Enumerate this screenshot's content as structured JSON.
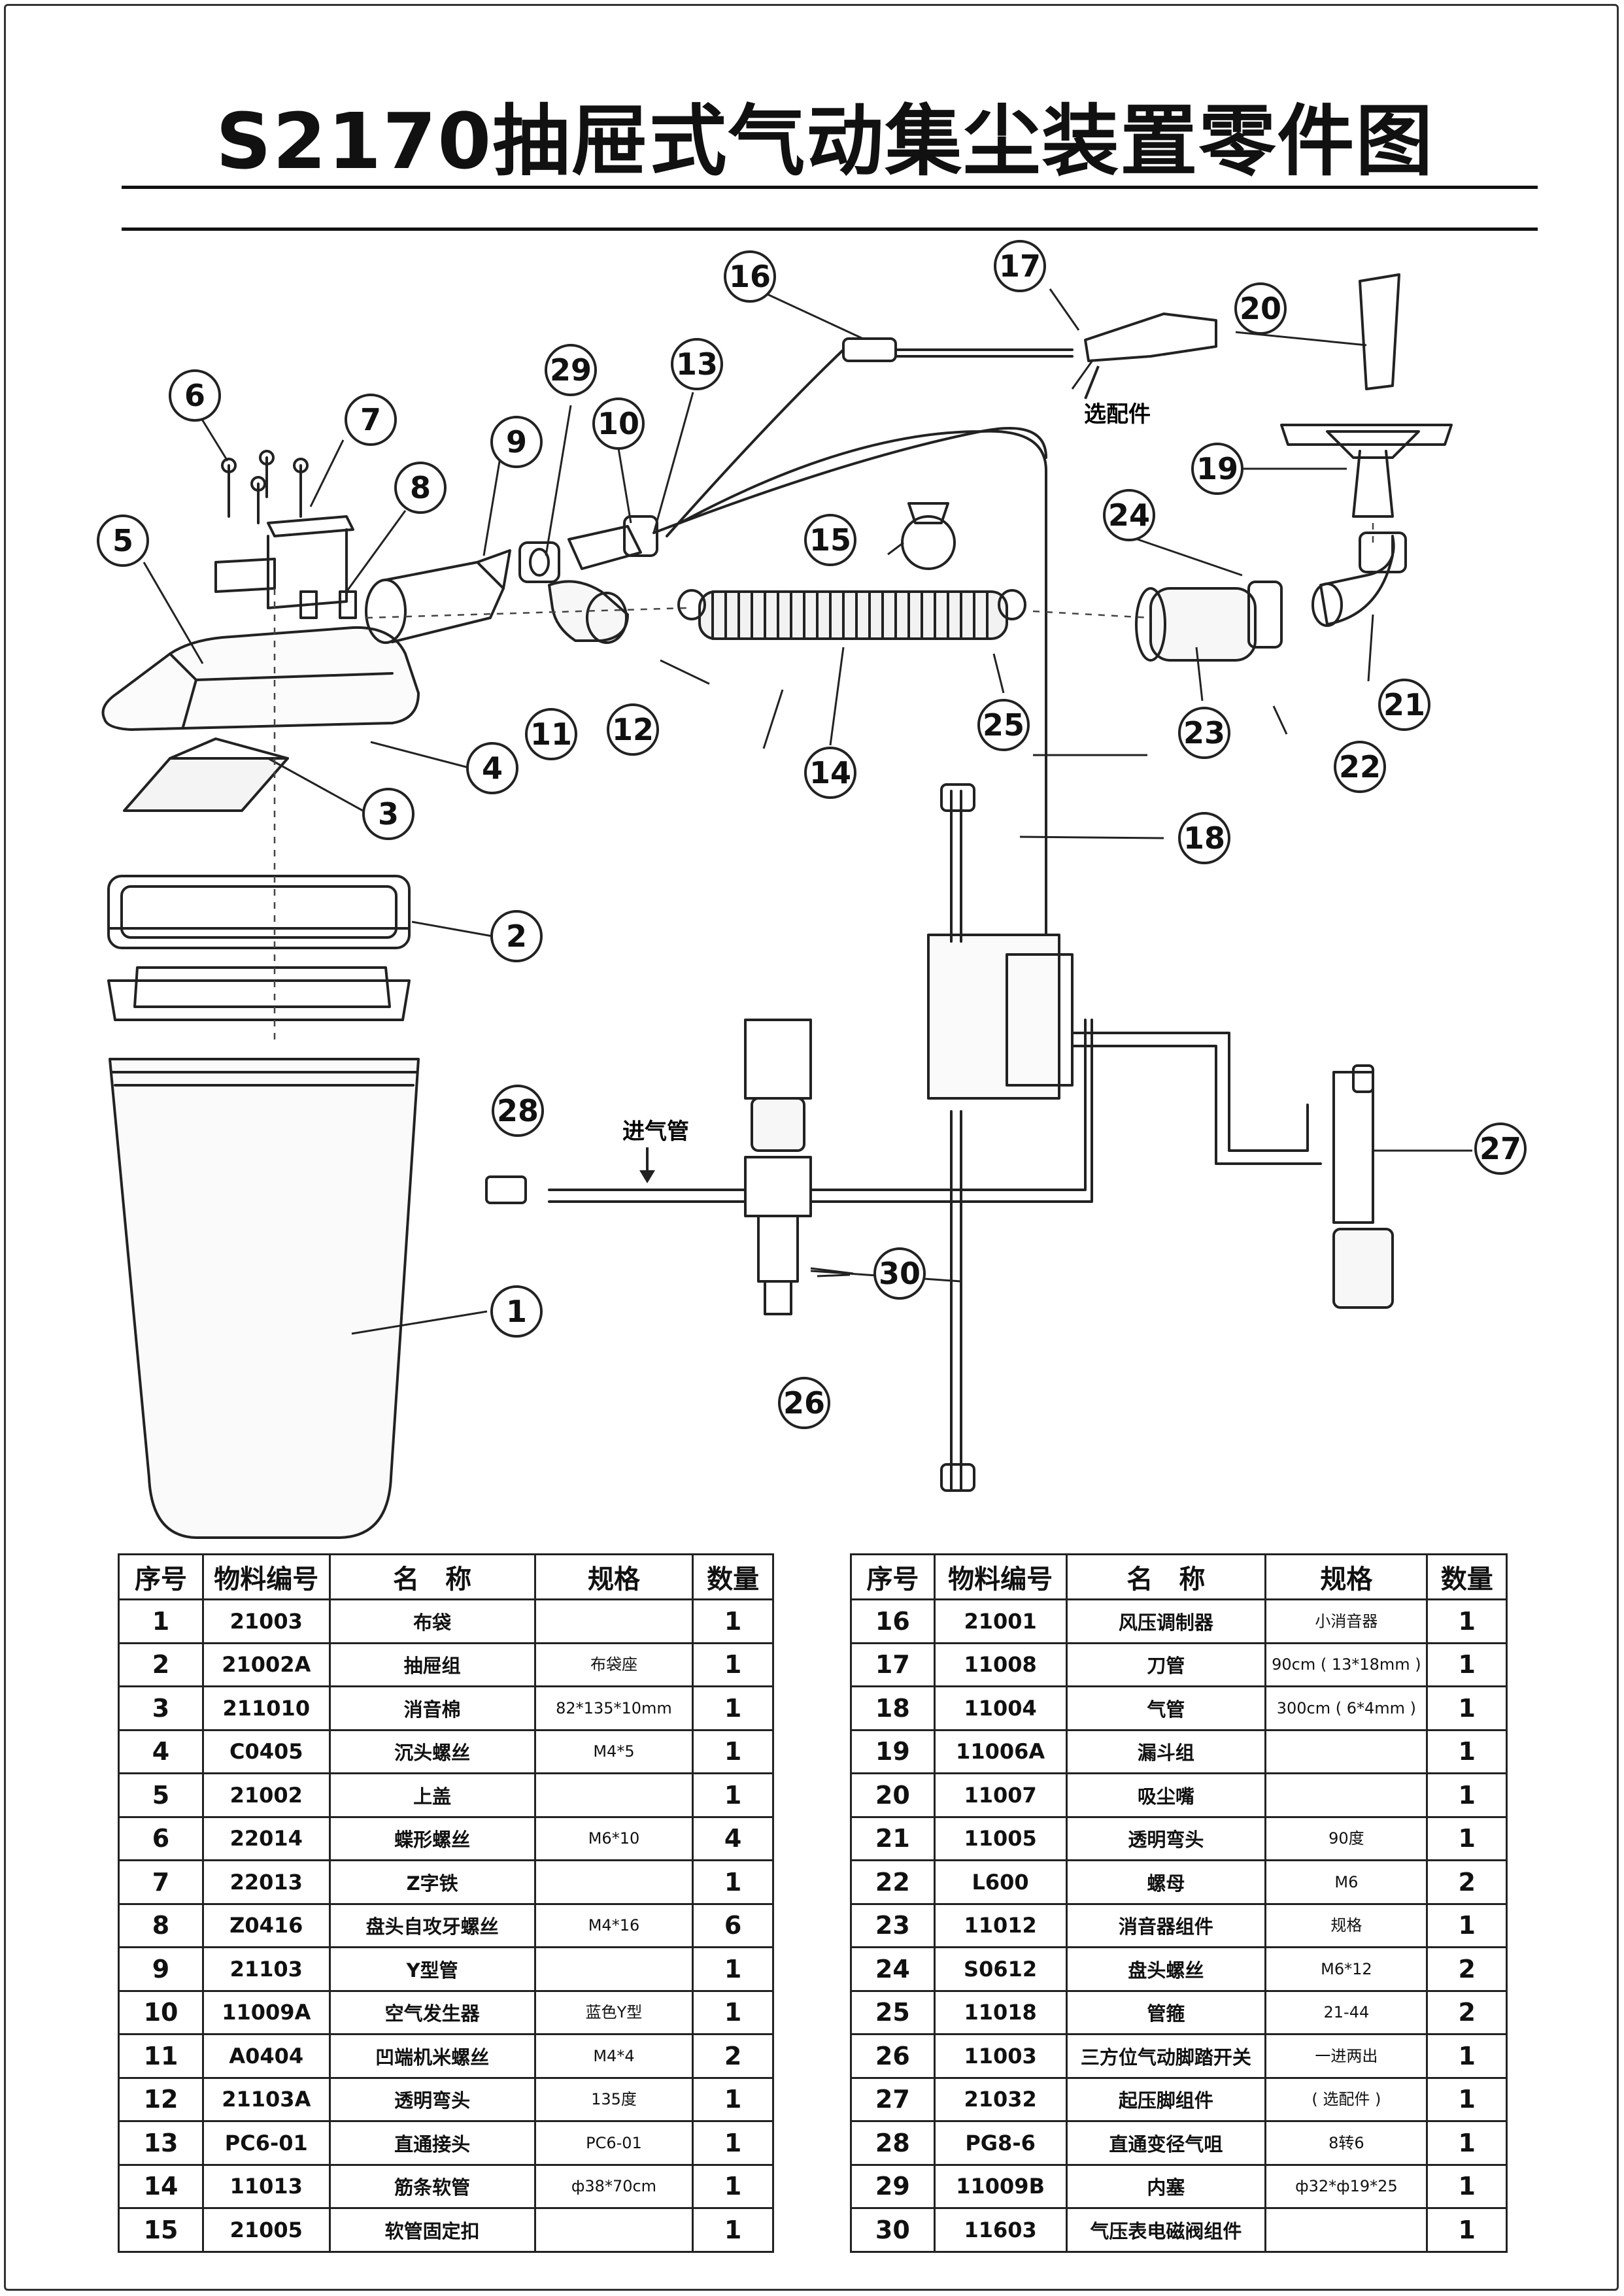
{
  "title": "S2170抽屉式气动集尘装置零件图",
  "notes": {
    "optional": "选配件",
    "air_inlet": "进气管"
  },
  "callouts": [
    "1",
    "2",
    "3",
    "4",
    "5",
    "6",
    "7",
    "8",
    "9",
    "10",
    "11",
    "12",
    "13",
    "14",
    "15",
    "16",
    "17",
    "18",
    "19",
    "20",
    "21",
    "22",
    "23",
    "24",
    "25",
    "26",
    "27",
    "28",
    "29",
    "30"
  ],
  "table": {
    "headers": [
      "序号",
      "物料编号",
      "名　称",
      "规格",
      "数量"
    ],
    "left_rows": [
      {
        "no": "1",
        "code": "21003",
        "name": "布袋",
        "spec": "",
        "qty": "1"
      },
      {
        "no": "2",
        "code": "21002A",
        "name": "抽屉组",
        "spec": "布袋座",
        "qty": "1"
      },
      {
        "no": "3",
        "code": "211010",
        "name": "消音棉",
        "spec": "82*135*10mm",
        "qty": "1"
      },
      {
        "no": "4",
        "code": "C0405",
        "name": "沉头螺丝",
        "spec": "M4*5",
        "qty": "1"
      },
      {
        "no": "5",
        "code": "21002",
        "name": "上盖",
        "spec": "",
        "qty": "1"
      },
      {
        "no": "6",
        "code": "22014",
        "name": "蝶形螺丝",
        "spec": "M6*10",
        "qty": "4"
      },
      {
        "no": "7",
        "code": "22013",
        "name": "Z字铁",
        "spec": "",
        "qty": "1"
      },
      {
        "no": "8",
        "code": "Z0416",
        "name": "盘头自攻牙螺丝",
        "spec": "M4*16",
        "qty": "6"
      },
      {
        "no": "9",
        "code": "21103",
        "name": "Y型管",
        "spec": "",
        "qty": "1"
      },
      {
        "no": "10",
        "code": "11009A",
        "name": "空气发生器",
        "spec": "蓝色Y型",
        "qty": "1"
      },
      {
        "no": "11",
        "code": "A0404",
        "name": "凹端机米螺丝",
        "spec": "M4*4",
        "qty": "2"
      },
      {
        "no": "12",
        "code": "21103A",
        "name": "透明弯头",
        "spec": "135度",
        "qty": "1"
      },
      {
        "no": "13",
        "code": "PC6-01",
        "name": "直通接头",
        "spec": "PC6-01",
        "qty": "1"
      },
      {
        "no": "14",
        "code": "11013",
        "name": "筋条软管",
        "spec": "ф38*70cm",
        "qty": "1"
      },
      {
        "no": "15",
        "code": "21005",
        "name": "软管固定扣",
        "spec": "",
        "qty": "1"
      }
    ],
    "right_rows": [
      {
        "no": "16",
        "code": "21001",
        "name": "风压调制器",
        "spec": "小消音器",
        "qty": "1"
      },
      {
        "no": "17",
        "code": "11008",
        "name": "刀管",
        "spec": "90cm\n( 13*18mm )",
        "qty": "1"
      },
      {
        "no": "18",
        "code": "11004",
        "name": "气管",
        "spec": "300cm\n( 6*4mm )",
        "qty": "1"
      },
      {
        "no": "19",
        "code": "11006A",
        "name": "漏斗组",
        "spec": "",
        "qty": "1"
      },
      {
        "no": "20",
        "code": "11007",
        "name": "吸尘嘴",
        "spec": "",
        "qty": "1"
      },
      {
        "no": "21",
        "code": "11005",
        "name": "透明弯头",
        "spec": "90度",
        "qty": "1"
      },
      {
        "no": "22",
        "code": "L600",
        "name": "螺母",
        "spec": "M6",
        "qty": "2"
      },
      {
        "no": "23",
        "code": "11012",
        "name": "消音器组件",
        "spec": "规格",
        "qty": "1"
      },
      {
        "no": "24",
        "code": "S0612",
        "name": "盘头螺丝",
        "spec": "M6*12",
        "qty": "2"
      },
      {
        "no": "25",
        "code": "11018",
        "name": "管箍",
        "spec": "21-44",
        "qty": "2"
      },
      {
        "no": "26",
        "code": "11003",
        "name": "三方位气动脚踏开关",
        "spec": "一进两出",
        "qty": "1"
      },
      {
        "no": "27",
        "code": "21032",
        "name": "起压脚组件",
        "spec": "( 选配件 )",
        "qty": "1"
      },
      {
        "no": "28",
        "code": "PG8-6",
        "name": "直通变径气咀",
        "spec": "8转6",
        "qty": "1"
      },
      {
        "no": "29",
        "code": "11009B",
        "name": "内塞",
        "spec": "ф32*ф19*25",
        "qty": "1"
      },
      {
        "no": "30",
        "code": "11603",
        "name": "气压表电磁阀组件",
        "spec": "",
        "qty": "1"
      }
    ]
  }
}
